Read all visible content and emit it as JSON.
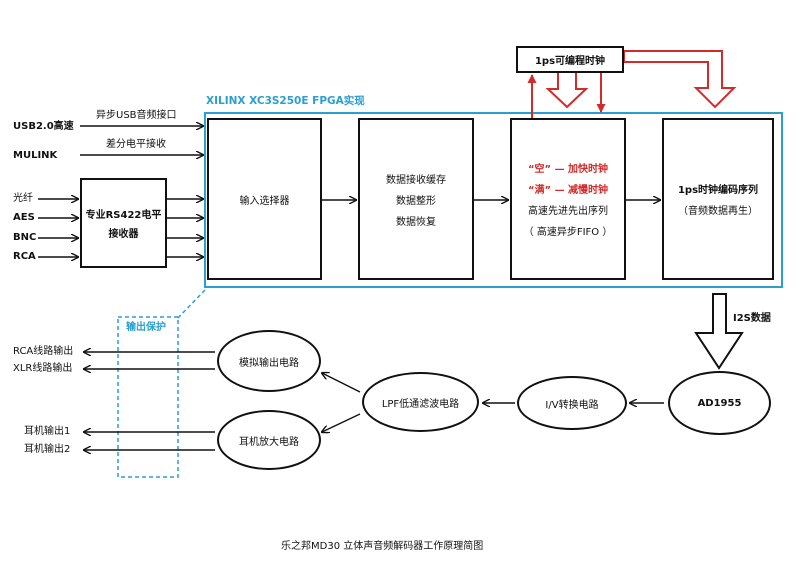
{
  "fpga_label": "XILINX XC3S250E FPGA实现",
  "clock_box": "1ps可编程时钟",
  "inputs": {
    "usb": "USB2.0高速",
    "usb_desc": "异步USB音频接口",
    "mulink": "MULINK",
    "mulink_desc": "差分电平接收",
    "fiber": "光纤",
    "aes": "AES",
    "bnc": "BNC",
    "rca": "RCA"
  },
  "receiver": {
    "line1": "专业RS422电平",
    "line2": "接收器"
  },
  "input_selector": "输入选择器",
  "data_cache": {
    "line1": "数据接收缓存",
    "line2": "数据整形",
    "line3": "数据恢复"
  },
  "fifo": {
    "empty_q": "“空”",
    "empty_action": "— 加快时钟",
    "full_q": "“满”",
    "full_action": "— 减慢时钟",
    "line3": "高速先进先出序列",
    "line4": "（ 高速异步FIFO ）"
  },
  "reclock": {
    "line1": "1ps时钟编码序列",
    "line2": "（音频数据再生）"
  },
  "i2s_label": "I2S数据",
  "output_protect": "输出保护",
  "ad": "AD1955",
  "iv": "I/V转换电路",
  "lpf": "LPF低通滤波电路",
  "analog_out": "模拟输出电路",
  "hp_amp": "耳机放大电路",
  "outputs": {
    "rca": "RCA线路输出",
    "xlr": "XLR线路输出",
    "hp1": "耳机输出1",
    "hp2": "耳机输出2"
  },
  "caption": "乐之邦MD30 立体声音频解码器工作原理简图",
  "colors": {
    "fpga_border": "#2a9fd0",
    "red": "#d42a2a",
    "line": "#111111"
  }
}
